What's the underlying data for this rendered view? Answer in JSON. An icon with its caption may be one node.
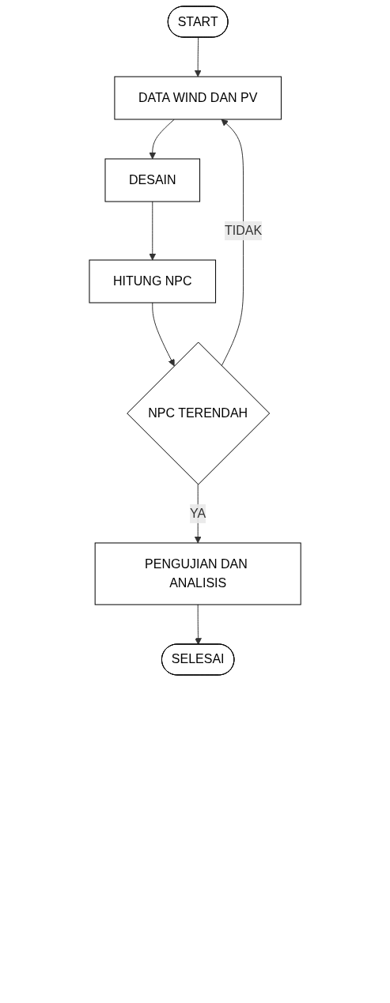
{
  "diagram": {
    "nodes": [
      {
        "text": [
          "START"
        ]
      },
      {
        "text": [
          "DATA WIND DAN PV"
        ]
      },
      {
        "text": [
          "DESAIN"
        ]
      },
      {
        "text": [
          "HITUNG NPC"
        ]
      },
      {
        "text": [
          "NPC TERENDAH"
        ]
      },
      {
        "text": [
          "PENGUJIAN DAN ANALISIS"
        ]
      },
      {
        "text": [
          "SELESAI"
        ]
      }
    ],
    "edges": [
      {
        "from": 0,
        "to": 1,
        "arrow": "to"
      },
      {
        "from": 1,
        "to": 2,
        "arrow": "to"
      },
      {
        "from": 2,
        "to": 3,
        "arrow": "to"
      },
      {
        "from": 3,
        "to": 4,
        "arrow": "to"
      },
      {
        "from": 4,
        "to": 1,
        "arrow": "to",
        "label": "TIDAK"
      },
      {
        "from": 4,
        "to": 5,
        "arrow": "to",
        "label": "YA"
      },
      {
        "from": 5,
        "to": 6,
        "arrow": "to"
      }
    ]
  }
}
